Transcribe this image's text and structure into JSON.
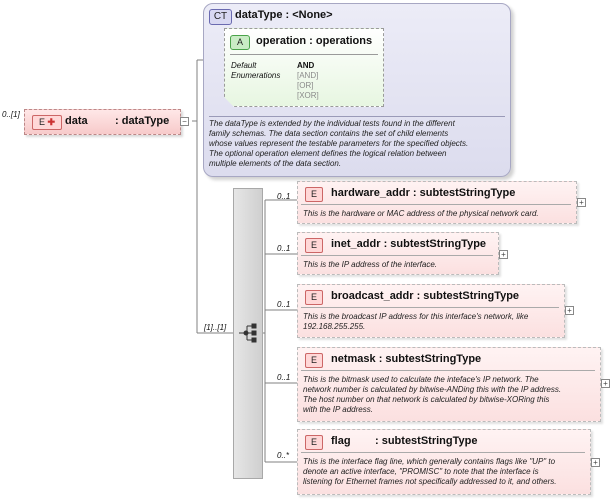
{
  "root": {
    "occurrence": "0..[1]",
    "badge": "E",
    "name": "data",
    "type": ": dataType"
  },
  "complex_type": {
    "badge": "CT",
    "title": "dataType : <None>",
    "description_lines": [
      "The dataType is extended by the individual tests found in the different",
      "family schemas.  The data section contains the set of child elements",
      "whose values represent the testable parameters for the specified objects.",
      "The optional operation element defines the logical relation between",
      "multiple elements of the data section."
    ],
    "attribute": {
      "badge": "A",
      "title": "operation : operations",
      "default_label": "Default",
      "default_value": "AND",
      "enumerations_label": "Enumerations",
      "enumerations": [
        "[AND]",
        "[OR]",
        "[XOR]"
      ]
    }
  },
  "sequence": {
    "occurrence": "[1]..[1]"
  },
  "children": [
    {
      "occurrence": "0..1",
      "badge": "E",
      "title": "hardware_addr : subtestStringType",
      "description_lines": [
        "This is the hardware or MAC address of the physical network card."
      ]
    },
    {
      "occurrence": "0..1",
      "badge": "E",
      "title": "inet_addr : subtestStringType",
      "description_lines": [
        "This is the IP address of the interface."
      ]
    },
    {
      "occurrence": "0..1",
      "badge": "E",
      "title": "broadcast_addr : subtestStringType",
      "description_lines": [
        "This is the broadcast IP address for this interface's network, like",
        "192.168.255.255."
      ]
    },
    {
      "occurrence": "0..1",
      "badge": "E",
      "title": "netmask : subtestStringType",
      "description_lines": [
        "This is the bitmask used to calculate the inteface's IP network.  The",
        "network number is calculated by bitwise-ANDing this with the IP address.",
        "The host number on that network is calculated by bitwise-XORing this",
        "with the IP address."
      ]
    },
    {
      "occurrence": "0..*",
      "badge": "E",
      "title": "flag        : subtestStringType",
      "description_lines": [
        "This is the interface flag line, which generally contains flags like \"UP\" to",
        "denote an active interface, \"PROMISC\" to note that the interface is",
        "listening for Ethernet frames not specifically addressed to it, and others."
      ]
    }
  ]
}
